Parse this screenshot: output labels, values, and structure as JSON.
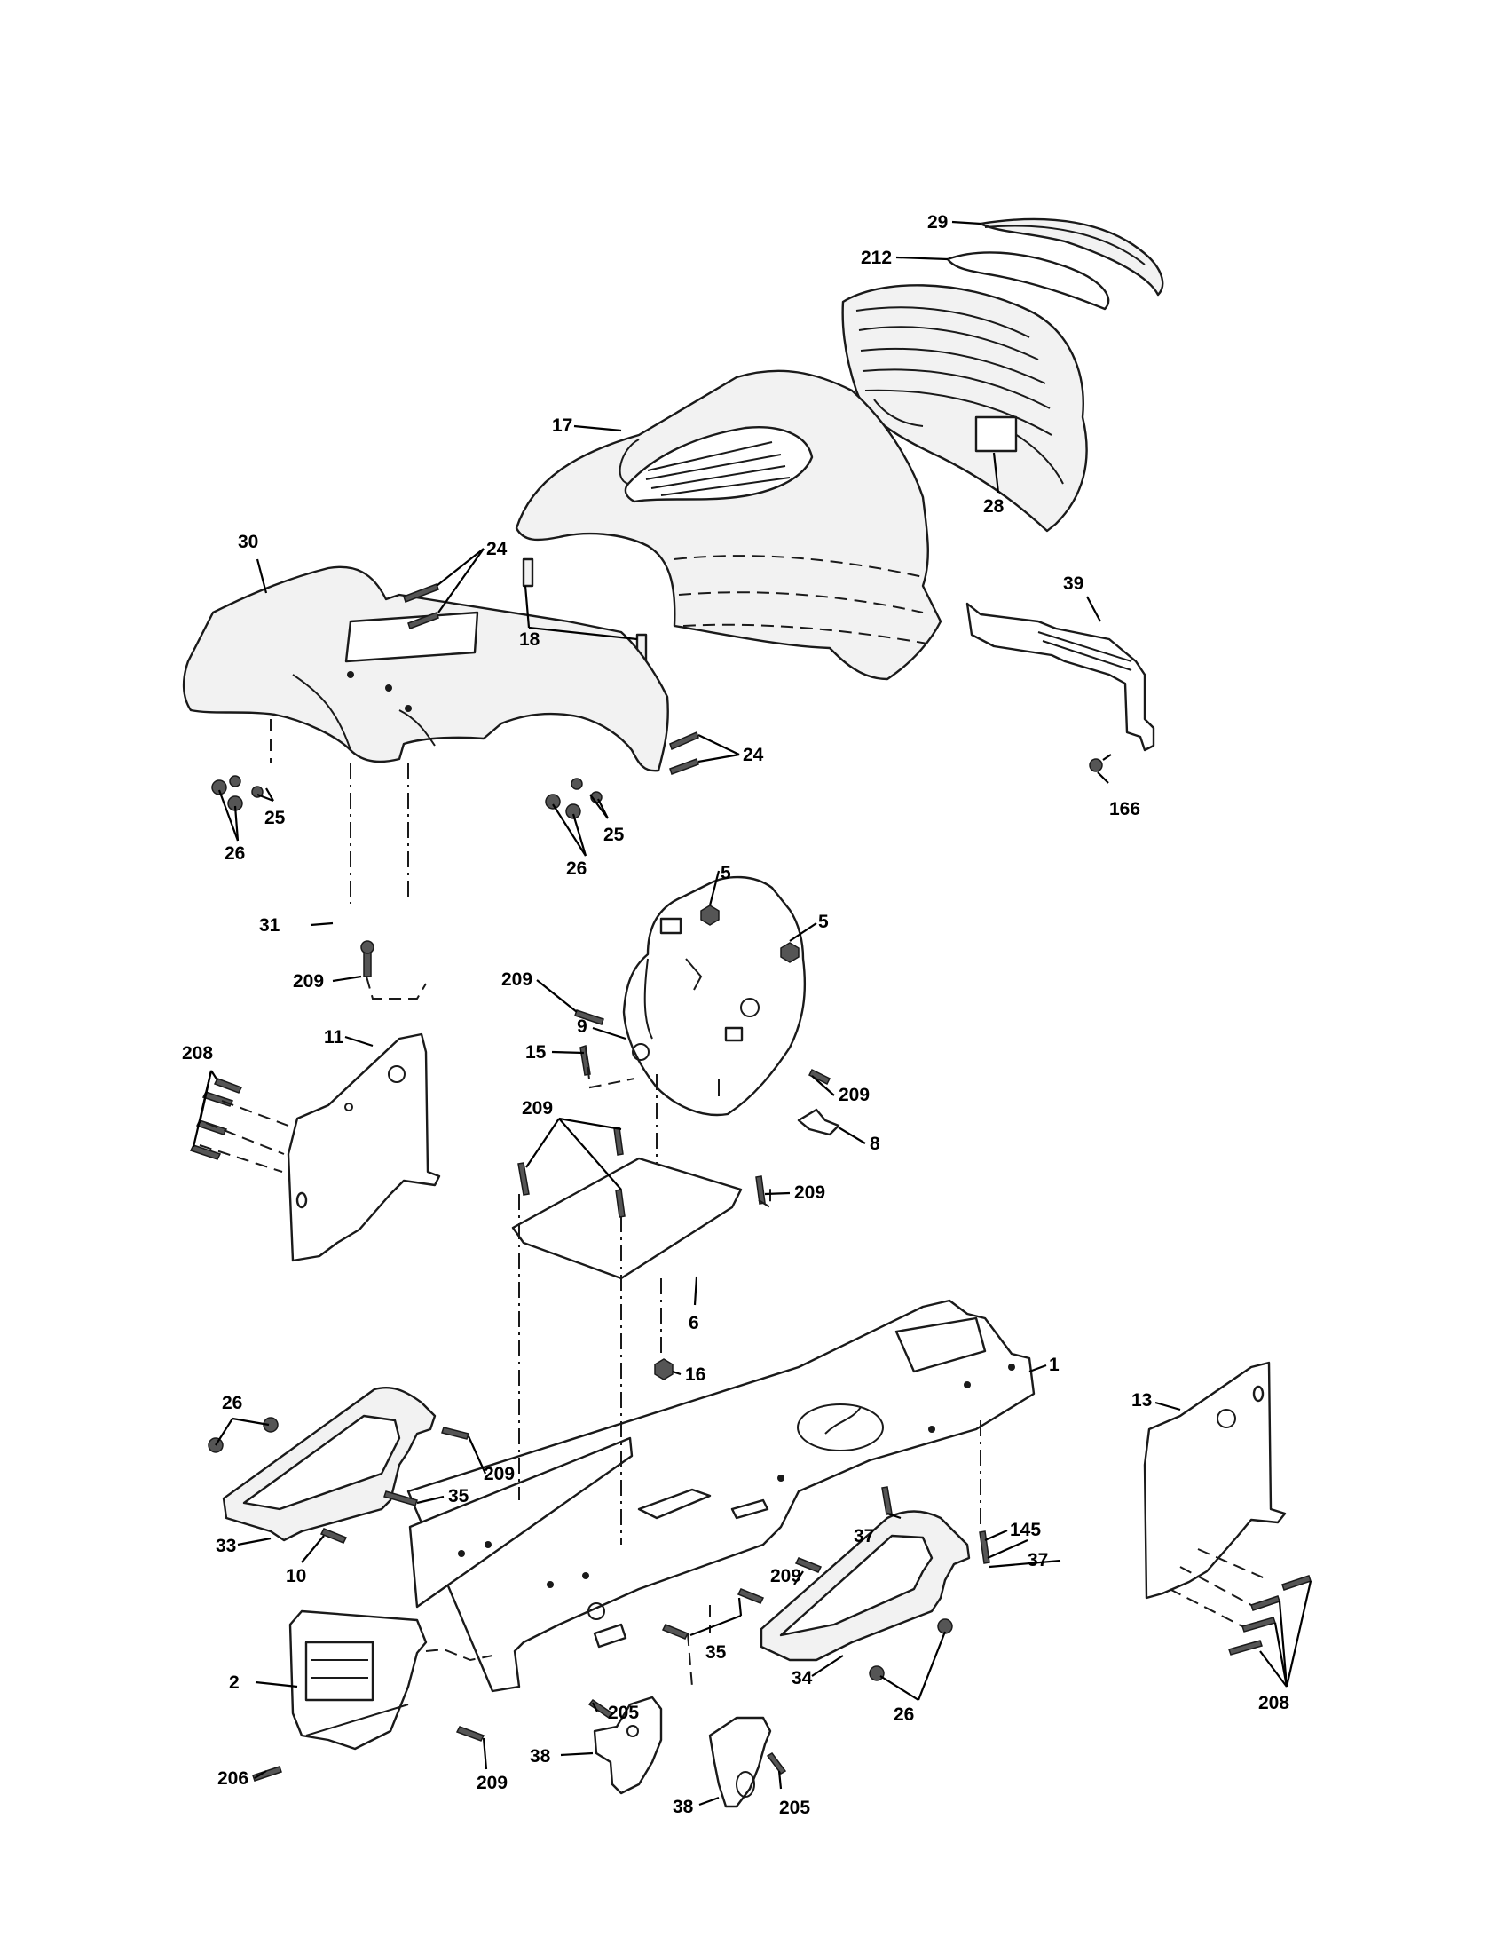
{
  "callouts": [
    {
      "id": "c29",
      "text": "29"
    },
    {
      "id": "c212",
      "text": "212"
    },
    {
      "id": "c17",
      "text": "17"
    },
    {
      "id": "c28",
      "text": "28"
    },
    {
      "id": "c30",
      "text": "30"
    },
    {
      "id": "c24a",
      "text": "24"
    },
    {
      "id": "c18",
      "text": "18"
    },
    {
      "id": "c39",
      "text": "39"
    },
    {
      "id": "c24b",
      "text": "24"
    },
    {
      "id": "c25a",
      "text": "25"
    },
    {
      "id": "c26a",
      "text": "26"
    },
    {
      "id": "c25b",
      "text": "25"
    },
    {
      "id": "c26b",
      "text": "26"
    },
    {
      "id": "c166",
      "text": "166"
    },
    {
      "id": "c5a",
      "text": "5"
    },
    {
      "id": "c5b",
      "text": "5"
    },
    {
      "id": "c31",
      "text": "31"
    },
    {
      "id": "c209a",
      "text": "209"
    },
    {
      "id": "c209b",
      "text": "209"
    },
    {
      "id": "c9",
      "text": "9"
    },
    {
      "id": "c208a",
      "text": "208"
    },
    {
      "id": "c11",
      "text": "11"
    },
    {
      "id": "c15",
      "text": "15"
    },
    {
      "id": "c209c",
      "text": "209"
    },
    {
      "id": "c209d",
      "text": "209"
    },
    {
      "id": "c8",
      "text": "8"
    },
    {
      "id": "c209e",
      "text": "209"
    },
    {
      "id": "c6",
      "text": "6"
    },
    {
      "id": "c1",
      "text": "1"
    },
    {
      "id": "c16",
      "text": "16"
    },
    {
      "id": "c26c",
      "text": "26"
    },
    {
      "id": "c13",
      "text": "13"
    },
    {
      "id": "c209f",
      "text": "209"
    },
    {
      "id": "c35a",
      "text": "35"
    },
    {
      "id": "c145",
      "text": "145"
    },
    {
      "id": "c37a",
      "text": "37"
    },
    {
      "id": "c37b",
      "text": "37"
    },
    {
      "id": "c33",
      "text": "33"
    },
    {
      "id": "c10",
      "text": "10"
    },
    {
      "id": "c209g",
      "text": "209"
    },
    {
      "id": "c35b",
      "text": "35"
    },
    {
      "id": "c34",
      "text": "34"
    },
    {
      "id": "c2",
      "text": "2"
    },
    {
      "id": "c26d",
      "text": "26"
    },
    {
      "id": "c208b",
      "text": "208"
    },
    {
      "id": "c205a",
      "text": "205"
    },
    {
      "id": "c38a",
      "text": "38"
    },
    {
      "id": "c206",
      "text": "206"
    },
    {
      "id": "c209h",
      "text": "209"
    },
    {
      "id": "c38b",
      "text": "38"
    },
    {
      "id": "c205b",
      "text": "205"
    }
  ]
}
